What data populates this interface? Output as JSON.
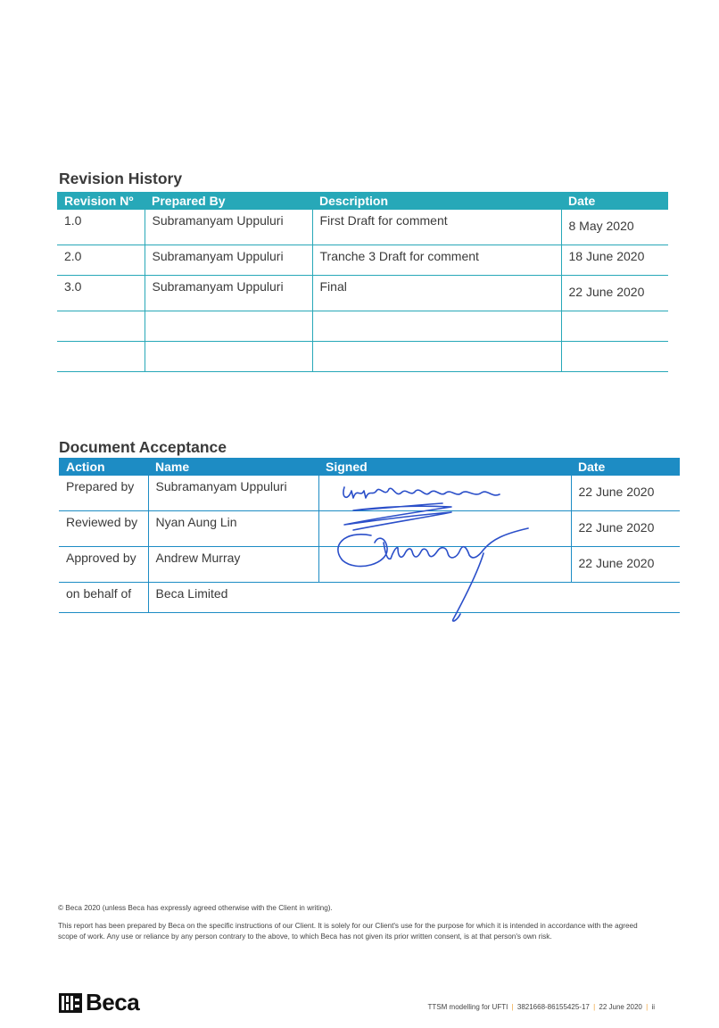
{
  "revision": {
    "title": "Revision History",
    "headers": [
      "Revision Nº",
      "Prepared By",
      "Description",
      "Date"
    ],
    "rows": [
      [
        "1.0",
        "Subramanyam Uppuluri",
        "First Draft for comment",
        "8 May 2020"
      ],
      [
        "2.0",
        "Subramanyam Uppuluri",
        "Tranche 3 Draft for comment",
        "18 June 2020"
      ],
      [
        "3.0",
        "Subramanyam Uppuluri",
        "Final",
        "22 June 2020"
      ],
      [
        "",
        "",
        "",
        ""
      ],
      [
        "",
        "",
        "",
        ""
      ]
    ]
  },
  "acceptance": {
    "title": "Document Acceptance",
    "headers": [
      "Action",
      "Name",
      "Signed",
      "Date"
    ],
    "rows": [
      [
        "Prepared by",
        "Subramanyam Uppuluri",
        "",
        "22 June 2020"
      ],
      [
        "Reviewed by",
        "Nyan Aung Lin",
        "",
        "22 June 2020"
      ],
      [
        "Approved by",
        "Andrew Murray",
        "",
        "22 June 2020"
      ],
      [
        "on behalf of",
        "Beca Limited",
        "",
        ""
      ]
    ],
    "signatures": [
      "Subramanyam",
      "Nyan Aung Lin",
      "Andrew Murray"
    ]
  },
  "footer": {
    "copyright": "© Beca 2020 (unless Beca has expressly agreed otherwise with the Client in writing).",
    "disclaimer": "This report has been prepared by Beca on the specific instructions of our Client. It is solely for our Client's use for the purpose for which it is intended in accordance with the agreed scope of work. Any use or reliance by any person contrary to the above, to which Beca has not given its prior written consent, is at that person's own risk.",
    "logo_text": "Beca",
    "doc_name": "TTSM modelling for UFTI",
    "doc_ref": "3821668-86155425-17",
    "doc_date": "22 June 2020",
    "page": "ii"
  },
  "colors": {
    "revision_header": "#27a8b8",
    "acceptance_header": "#1d8cc4",
    "signature_ink": "#2b4fc9"
  }
}
